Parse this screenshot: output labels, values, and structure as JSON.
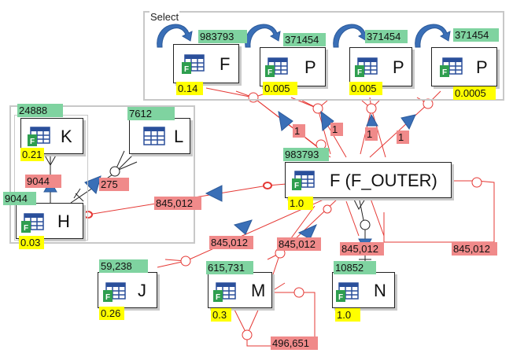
{
  "groups": {
    "select_label": "Select"
  },
  "nodes": {
    "f_top": {
      "name": "F",
      "row_count": "983793",
      "selectivity": "0.14"
    },
    "p1": {
      "name": "P",
      "row_count": "371454",
      "selectivity": "0.005"
    },
    "p2": {
      "name": "P",
      "row_count": "371454",
      "selectivity": "0.005"
    },
    "p3": {
      "name": "P",
      "row_count": "371454",
      "selectivity": "0.0005"
    },
    "k": {
      "name": "K",
      "row_count": "24888",
      "selectivity": "0.21"
    },
    "l": {
      "name": "L",
      "row_count": "7612"
    },
    "h": {
      "name": "H",
      "row_count": "9044",
      "selectivity": "0.03"
    },
    "f_outer": {
      "name": "F (F_OUTER)",
      "row_count": "983793",
      "selectivity": "1.0"
    },
    "j": {
      "name": "J",
      "row_count": "59,238",
      "selectivity": "0.26"
    },
    "m": {
      "name": "M",
      "row_count": "615,731",
      "selectivity": "0.3"
    },
    "n": {
      "name": "N",
      "row_count": "10852",
      "selectivity": "1.0"
    }
  },
  "edge_labels": {
    "f_to_outer": "1",
    "p1_to_outer": "1",
    "p2_to_outer": "1",
    "p3_to_outer": "1",
    "k_to_h": "9044",
    "l_to_h": "275",
    "outer_to_h": "845,012",
    "outer_to_j": "845,012",
    "outer_to_m": "845,012",
    "outer_to_n": "845,012",
    "outer_loop": "845,012",
    "m_loop": "496,651"
  },
  "colors": {
    "edge": "#e53935",
    "arrow": "#3a6fb7",
    "row_badge": "#7fd3a0",
    "selectivity_badge": "#ffff00",
    "edge_label": "#f08a8a",
    "group_border": "#c8c8c8"
  }
}
